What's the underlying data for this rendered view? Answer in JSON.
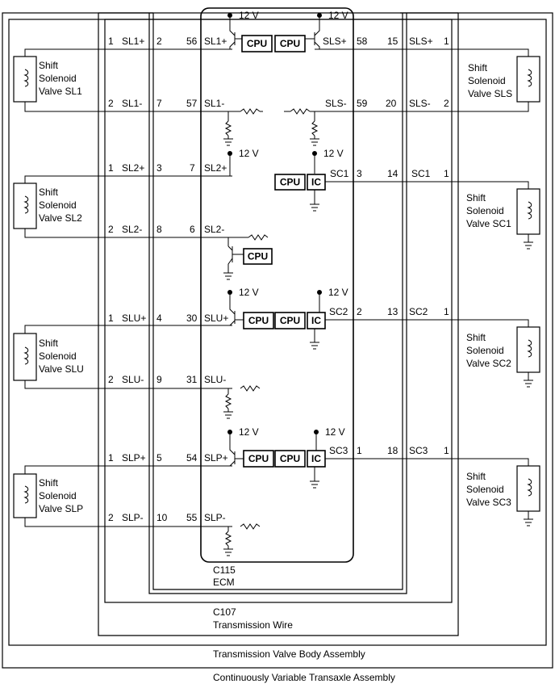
{
  "assemblies": {
    "outer": "Continuously Variable Transaxle Assembly",
    "valve_body": "Transmission Valve Body Assembly",
    "wire_connector": "C107",
    "wire_name": "Transmission Wire",
    "ecm_connector": "C115",
    "ecm_name": "ECM"
  },
  "supply": "12 V",
  "cpu": "CPU",
  "ic": "IC",
  "solenoids": {
    "sl1": [
      "Shift",
      "Solenoid",
      "Valve SL1"
    ],
    "sl2": [
      "Shift",
      "Solenoid",
      "Valve SL2"
    ],
    "slu": [
      "Shift",
      "Solenoid",
      "Valve SLU"
    ],
    "slp": [
      "Shift",
      "Solenoid",
      "Valve SLP"
    ],
    "sls": [
      "Shift",
      "Solenoid",
      "Valve SLS"
    ],
    "sc1": [
      "Shift",
      "Solenoid",
      "Valve SC1"
    ],
    "sc2": [
      "Shift",
      "Solenoid",
      "Valve SC2"
    ],
    "sc3": [
      "Shift",
      "Solenoid",
      "Valve SC3"
    ]
  },
  "left_wires": [
    {
      "sol_pin": "1",
      "sig": "SL1+",
      "wire_pin": "2",
      "ecm_pin": "56",
      "ecm_sig": "SL1+"
    },
    {
      "sol_pin": "2",
      "sig": "SL1-",
      "wire_pin": "7",
      "ecm_pin": "57",
      "ecm_sig": "SL1-"
    },
    {
      "sol_pin": "1",
      "sig": "SL2+",
      "wire_pin": "3",
      "ecm_pin": "7",
      "ecm_sig": "SL2+"
    },
    {
      "sol_pin": "2",
      "sig": "SL2-",
      "wire_pin": "8",
      "ecm_pin": "6",
      "ecm_sig": "SL2-"
    },
    {
      "sol_pin": "1",
      "sig": "SLU+",
      "wire_pin": "4",
      "ecm_pin": "30",
      "ecm_sig": "SLU+"
    },
    {
      "sol_pin": "2",
      "sig": "SLU-",
      "wire_pin": "9",
      "ecm_pin": "31",
      "ecm_sig": "SLU-"
    },
    {
      "sol_pin": "1",
      "sig": "SLP+",
      "wire_pin": "5",
      "ecm_pin": "54",
      "ecm_sig": "SLP+"
    },
    {
      "sol_pin": "2",
      "sig": "SLP-",
      "wire_pin": "10",
      "ecm_pin": "55",
      "ecm_sig": "SLP-"
    }
  ],
  "right_wires": [
    {
      "ecm_sig": "SLS+",
      "ecm_pin": "58",
      "wire_pin": "15",
      "sig": "SLS+",
      "sol_pin": "1"
    },
    {
      "ecm_sig": "SLS-",
      "ecm_pin": "59",
      "wire_pin": "20",
      "sig": "SLS-",
      "sol_pin": "2"
    },
    {
      "ecm_sig": "SC1",
      "ecm_pin": "3",
      "wire_pin": "14",
      "sig": "SC1",
      "sol_pin": "1"
    },
    {
      "ecm_sig": "SC2",
      "ecm_pin": "2",
      "wire_pin": "13",
      "sig": "SC2",
      "sol_pin": "1"
    },
    {
      "ecm_sig": "SC3",
      "ecm_pin": "1",
      "wire_pin": "18",
      "sig": "SC3",
      "sol_pin": "1"
    }
  ]
}
